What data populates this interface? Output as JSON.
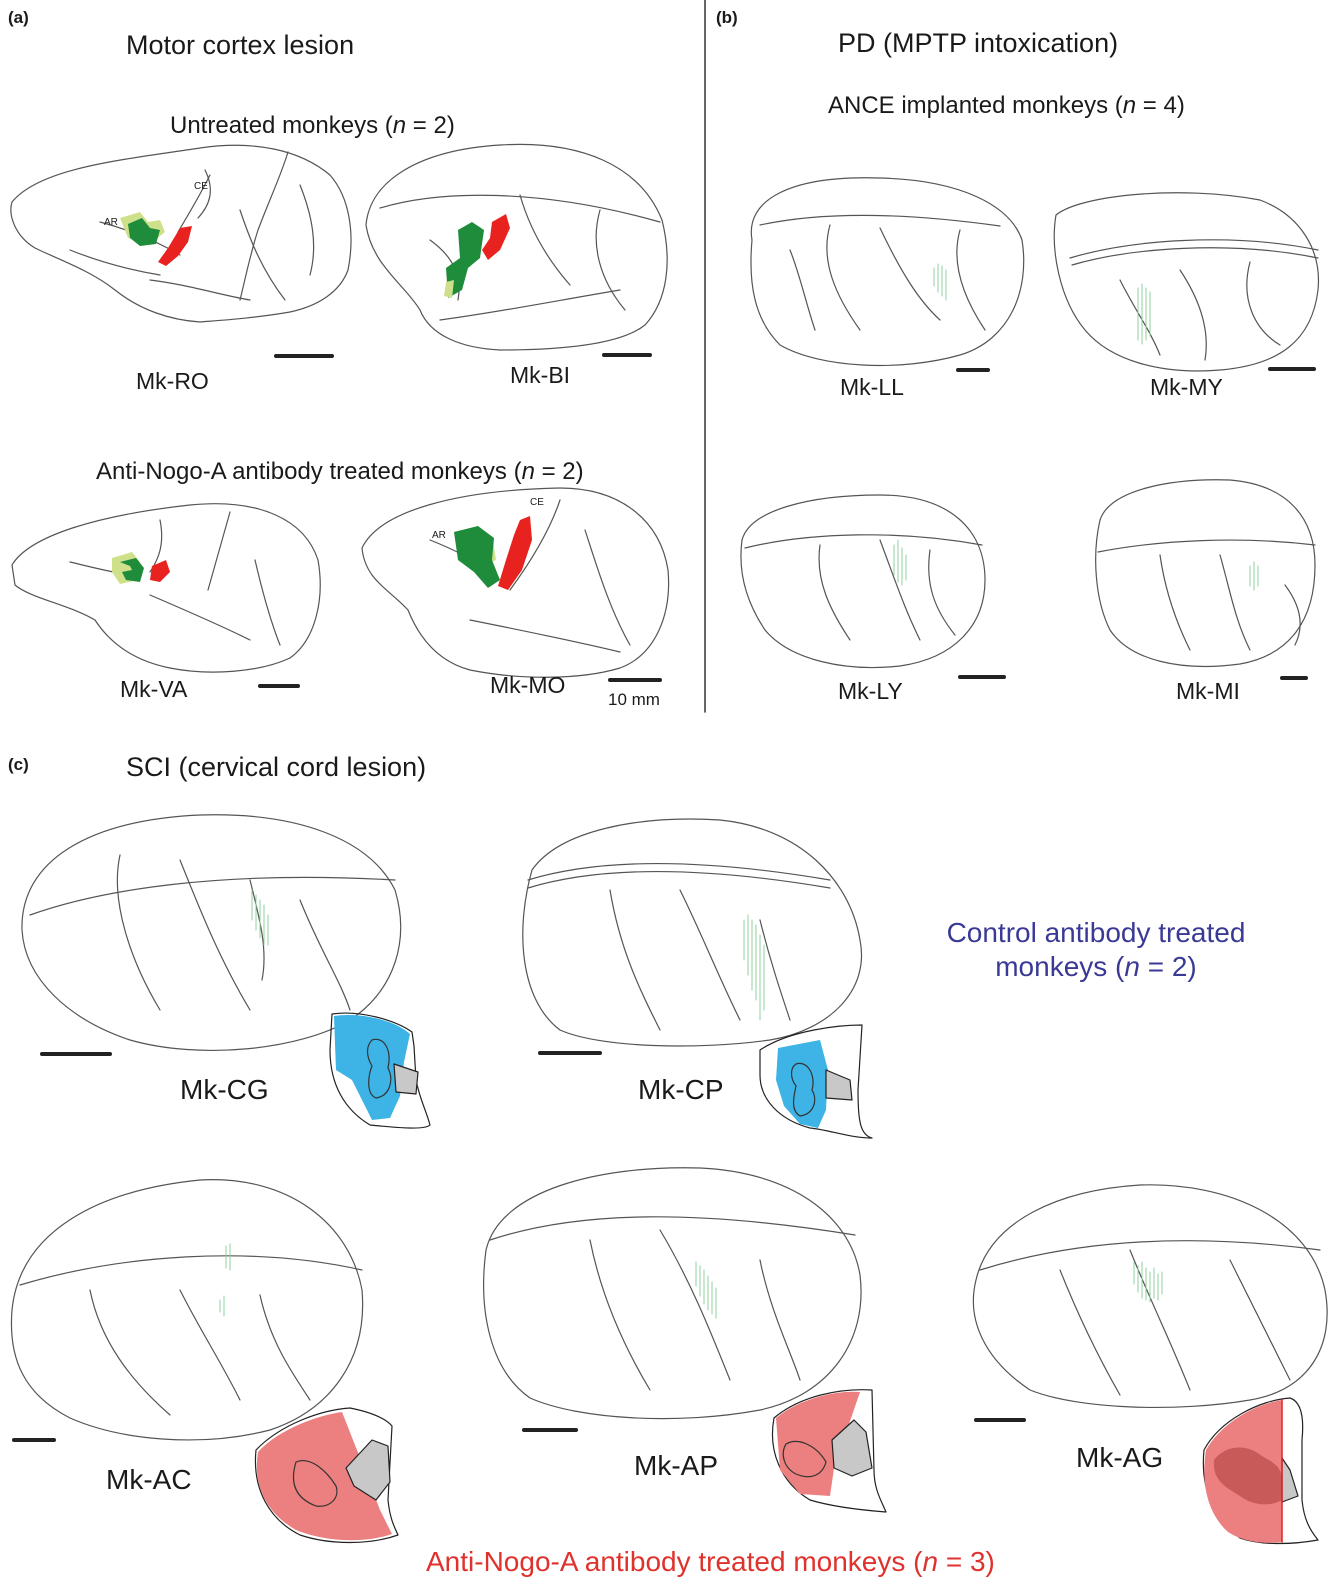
{
  "panels": {
    "a": {
      "letter": "(a)",
      "title": "Motor cortex lesion",
      "untreated": {
        "label_pre": "Untreated monkeys (",
        "n": "n",
        "label_post": " = 2)"
      },
      "treated": {
        "label_pre": "Anti-Nogo-A antibody treated monkeys (",
        "n": "n",
        "label_post": " = 2)"
      },
      "brains": [
        "Mk-RO",
        "Mk-BI",
        "Mk-VA",
        "Mk-MO"
      ],
      "sulcus_labels": {
        "ar": "AR",
        "ce": "CE"
      },
      "scale_label": "10 mm"
    },
    "b": {
      "letter": "(b)",
      "title": "PD (MPTP intoxication)",
      "group": {
        "label_pre": "ANCE implanted monkeys (",
        "n": "n",
        "label_post": " = 4)"
      },
      "brains": [
        "Mk-LL",
        "Mk-MY",
        "Mk-LY",
        "Mk-MI"
      ]
    },
    "c": {
      "letter": "(c)",
      "title": "SCI (cervical cord lesion)",
      "control": {
        "line1": "Control antibody treated",
        "line2_pre": "monkeys (",
        "n": "n",
        "line2_post": " = 2)"
      },
      "treated": {
        "label_pre": "Anti-Nogo-A antibody treated monkeys (",
        "n": "n",
        "label_post": " = 3)"
      },
      "brains": [
        "Mk-CG",
        "Mk-CP",
        "Mk-AC",
        "Mk-AP",
        "Mk-AG"
      ]
    }
  },
  "colors": {
    "lesion_red": "#e8231f",
    "dark_green": "#1e8c3a",
    "light_green": "#cfe08a",
    "hatch_green": "#8fcf9f",
    "cord_blue": "#3db3e6",
    "cord_red": "#ec7f7f",
    "cord_gray": "#c8c8c8",
    "control_text": "#3a3a96",
    "treated_text": "#e0322c"
  }
}
